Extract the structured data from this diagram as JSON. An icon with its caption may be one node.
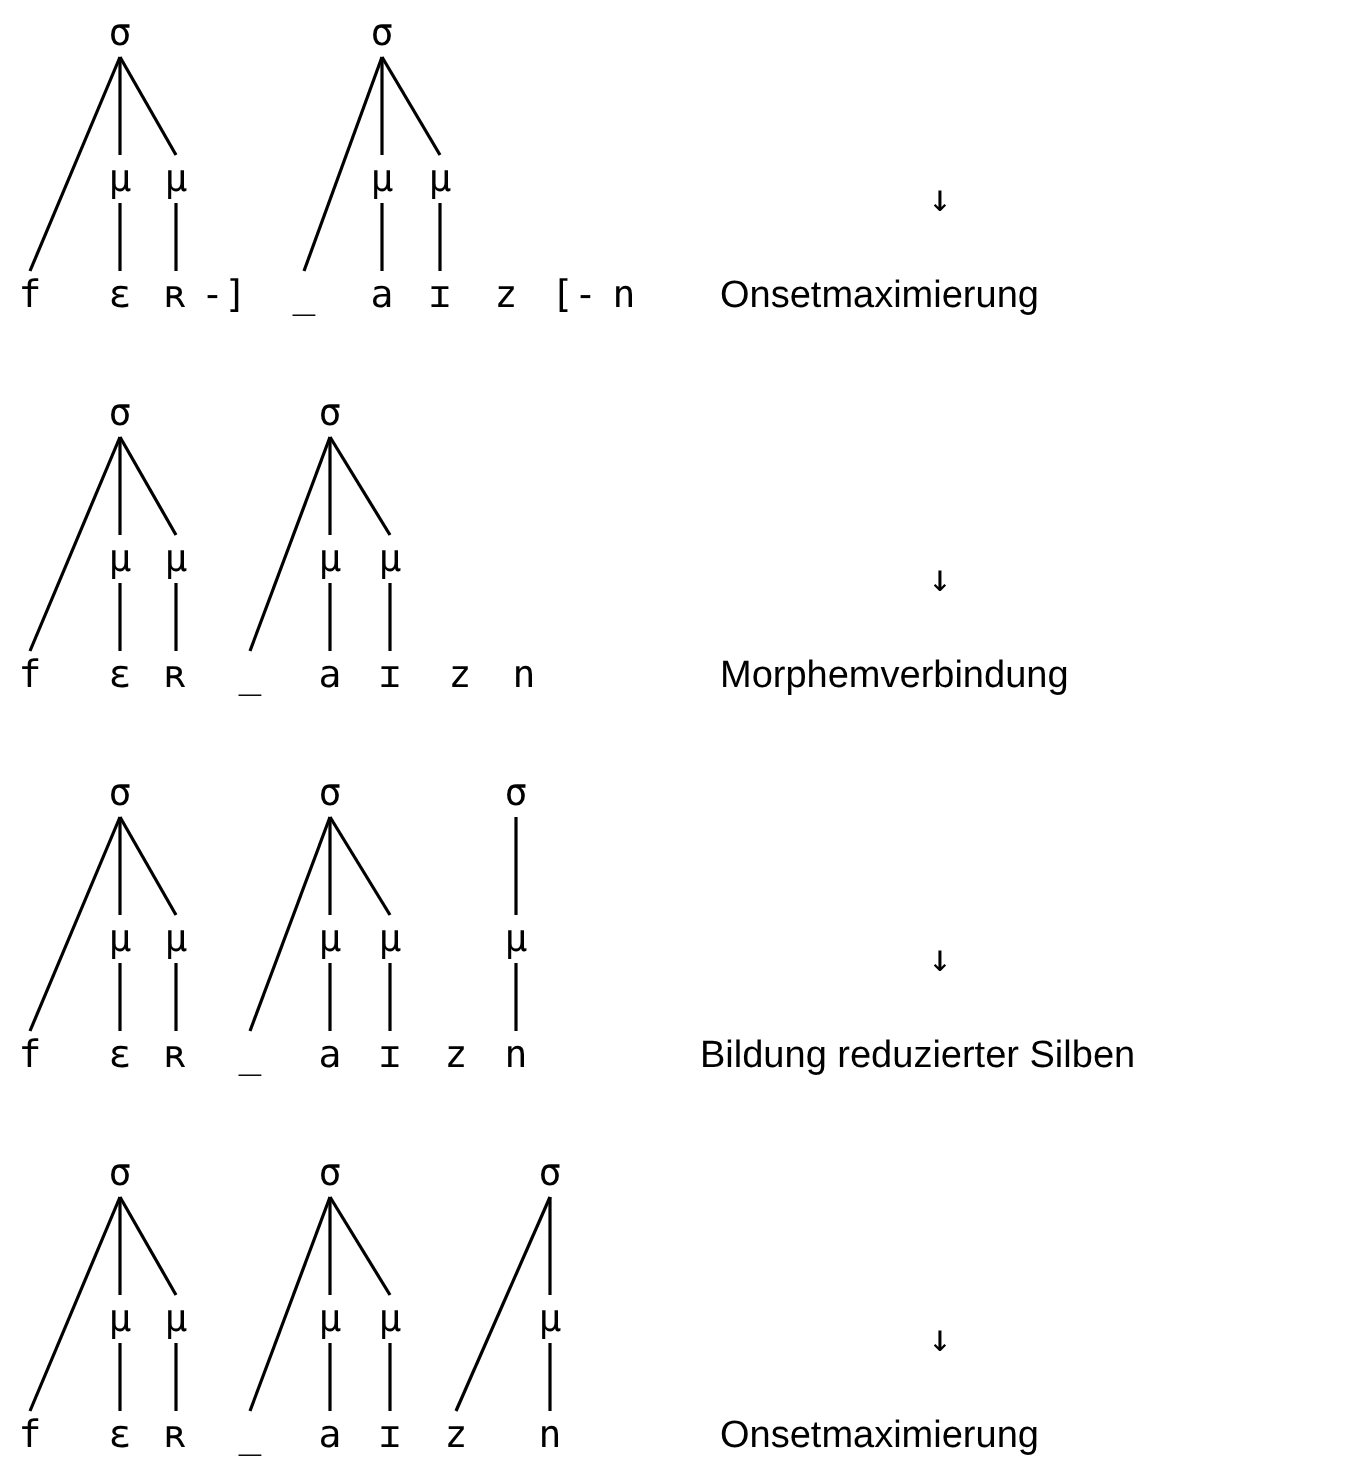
{
  "diagram": {
    "nodes": [
      {
        "text": [
          "σ"
        ]
      },
      {
        "text": [
          "σ"
        ]
      },
      {
        "text": [
          "μ"
        ]
      },
      {
        "text": [
          "μ"
        ]
      },
      {
        "text": [
          "μ"
        ]
      },
      {
        "text": [
          "μ"
        ]
      },
      {
        "text": [
          "f"
        ]
      },
      {
        "text": [
          "ɛ"
        ]
      },
      {
        "text": [
          "ʀ"
        ]
      },
      {
        "text": [
          "_"
        ]
      },
      {
        "text": [
          "a"
        ]
      },
      {
        "text": [
          "ɪ"
        ]
      },
      {
        "text": [
          "z"
        ]
      },
      {
        "text": [
          "n"
        ]
      },
      {
        "text": [
          "σ"
        ]
      },
      {
        "text": [
          "σ"
        ]
      },
      {
        "text": [
          "μ"
        ]
      },
      {
        "text": [
          "μ"
        ]
      },
      {
        "text": [
          "μ"
        ]
      },
      {
        "text": [
          "μ"
        ]
      },
      {
        "text": [
          "f"
        ]
      },
      {
        "text": [
          "ɛ"
        ]
      },
      {
        "text": [
          "ʀ"
        ]
      },
      {
        "text": [
          "_"
        ]
      },
      {
        "text": [
          "a"
        ]
      },
      {
        "text": [
          "ɪ"
        ]
      },
      {
        "text": [
          "z"
        ]
      },
      {
        "text": [
          "n"
        ]
      },
      {
        "text": [
          "σ"
        ]
      },
      {
        "text": [
          "σ"
        ]
      },
      {
        "text": [
          "σ"
        ]
      },
      {
        "text": [
          "μ"
        ]
      },
      {
        "text": [
          "μ"
        ]
      },
      {
        "text": [
          "μ"
        ]
      },
      {
        "text": [
          "μ"
        ]
      },
      {
        "text": [
          "μ"
        ]
      },
      {
        "text": [
          "f"
        ]
      },
      {
        "text": [
          "ɛ"
        ]
      },
      {
        "text": [
          "ʀ"
        ]
      },
      {
        "text": [
          "_"
        ]
      },
      {
        "text": [
          "a"
        ]
      },
      {
        "text": [
          "ɪ"
        ]
      },
      {
        "text": [
          "z"
        ]
      },
      {
        "text": [
          "n"
        ]
      },
      {
        "text": [
          "σ"
        ]
      },
      {
        "text": [
          "σ"
        ]
      },
      {
        "text": [
          "σ"
        ]
      },
      {
        "text": [
          "μ"
        ]
      },
      {
        "text": [
          "μ"
        ]
      },
      {
        "text": [
          "μ"
        ]
      },
      {
        "text": [
          "μ"
        ]
      },
      {
        "text": [
          "μ"
        ]
      },
      {
        "text": [
          "f"
        ]
      },
      {
        "text": [
          "ɛ"
        ]
      },
      {
        "text": [
          "ʀ"
        ]
      },
      {
        "text": [
          "_"
        ]
      },
      {
        "text": [
          "a"
        ]
      },
      {
        "text": [
          "ɪ"
        ]
      },
      {
        "text": [
          "z"
        ]
      },
      {
        "text": [
          "n"
        ]
      }
    ],
    "edges": [
      {
        "from": 0,
        "to": 2,
        "arrow": "none"
      },
      {
        "from": 0,
        "to": 3,
        "arrow": "none"
      },
      {
        "from": 0,
        "to": 6,
        "arrow": "none"
      },
      {
        "from": 2,
        "to": 7,
        "arrow": "none"
      },
      {
        "from": 3,
        "to": 8,
        "arrow": "none"
      },
      {
        "from": 1,
        "to": 4,
        "arrow": "none"
      },
      {
        "from": 1,
        "to": 5,
        "arrow": "none"
      },
      {
        "from": 1,
        "to": 9,
        "arrow": "none"
      },
      {
        "from": 4,
        "to": 10,
        "arrow": "none"
      },
      {
        "from": 5,
        "to": 11,
        "arrow": "none"
      },
      {
        "from": 14,
        "to": 16,
        "arrow": "none"
      },
      {
        "from": 14,
        "to": 17,
        "arrow": "none"
      },
      {
        "from": 14,
        "to": 20,
        "arrow": "none"
      },
      {
        "from": 16,
        "to": 21,
        "arrow": "none"
      },
      {
        "from": 17,
        "to": 22,
        "arrow": "none"
      },
      {
        "from": 15,
        "to": 18,
        "arrow": "none"
      },
      {
        "from": 15,
        "to": 19,
        "arrow": "none"
      },
      {
        "from": 15,
        "to": 23,
        "arrow": "none"
      },
      {
        "from": 18,
        "to": 24,
        "arrow": "none"
      },
      {
        "from": 19,
        "to": 25,
        "arrow": "none"
      },
      {
        "from": 28,
        "to": 31,
        "arrow": "none"
      },
      {
        "from": 28,
        "to": 32,
        "arrow": "none"
      },
      {
        "from": 28,
        "to": 36,
        "arrow": "none"
      },
      {
        "from": 31,
        "to": 37,
        "arrow": "none"
      },
      {
        "from": 32,
        "to": 38,
        "arrow": "none"
      },
      {
        "from": 29,
        "to": 33,
        "arrow": "none"
      },
      {
        "from": 29,
        "to": 34,
        "arrow": "none"
      },
      {
        "from": 29,
        "to": 39,
        "arrow": "none"
      },
      {
        "from": 33,
        "to": 40,
        "arrow": "none"
      },
      {
        "from": 34,
        "to": 41,
        "arrow": "none"
      },
      {
        "from": 30,
        "to": 35,
        "arrow": "none"
      },
      {
        "from": 35,
        "to": 43,
        "arrow": "none"
      },
      {
        "from": 44,
        "to": 47,
        "arrow": "none"
      },
      {
        "from": 44,
        "to": 48,
        "arrow": "none"
      },
      {
        "from": 44,
        "to": 52,
        "arrow": "none"
      },
      {
        "from": 47,
        "to": 53,
        "arrow": "none"
      },
      {
        "from": 48,
        "to": 54,
        "arrow": "none"
      },
      {
        "from": 45,
        "to": 49,
        "arrow": "none"
      },
      {
        "from": 45,
        "to": 50,
        "arrow": "none"
      },
      {
        "from": 45,
        "to": 55,
        "arrow": "none"
      },
      {
        "from": 49,
        "to": 56,
        "arrow": "none"
      },
      {
        "from": 50,
        "to": 57,
        "arrow": "none"
      },
      {
        "from": 46,
        "to": 51,
        "arrow": "none"
      },
      {
        "from": 46,
        "to": 58,
        "arrow": "none"
      },
      {
        "from": 51,
        "to": 59,
        "arrow": "none"
      }
    ],
    "labels": [
      "↓",
      "-]",
      "[-",
      "Onsetmaximierung",
      "↓",
      "Morphemverbindung",
      "↓",
      "Bildung reduzierter Silben",
      "↓",
      "Onsetmaximierung"
    ]
  }
}
